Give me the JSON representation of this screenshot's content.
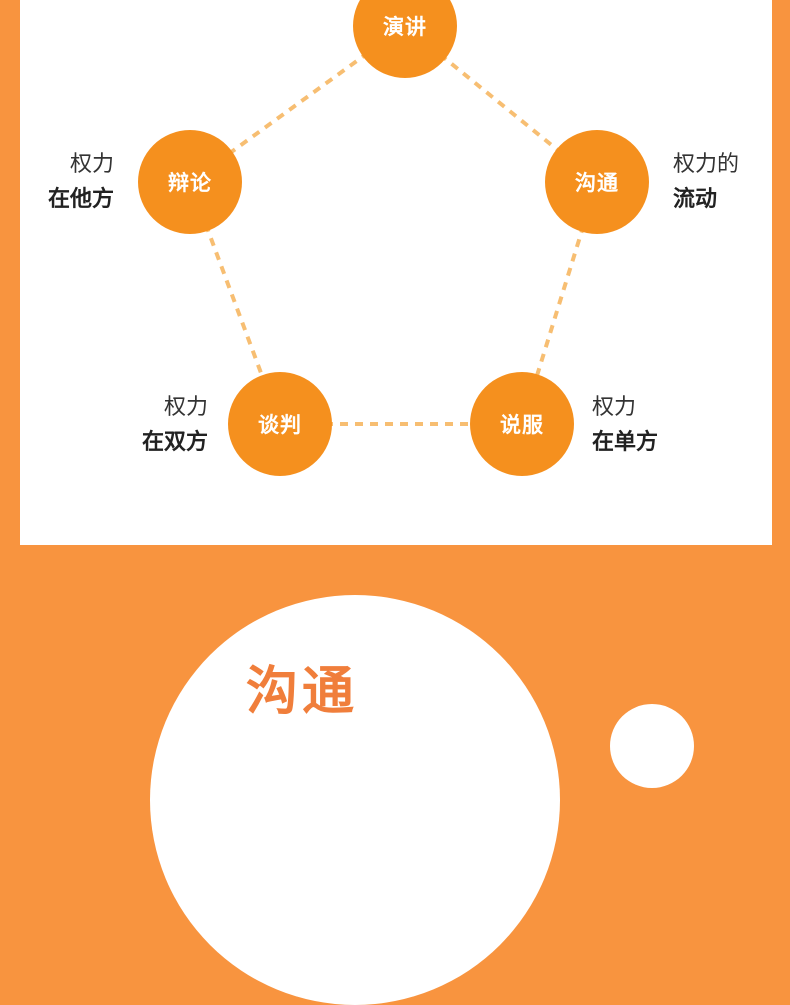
{
  "diagram": {
    "nodes": {
      "top": "演讲",
      "upper_left": "辩论",
      "upper_right": "沟通",
      "lower_left": "谈判",
      "lower_right": "说服"
    },
    "labels": {
      "upper_left": {
        "line1": "权力",
        "line2": "在他方"
      },
      "upper_right": {
        "line1": "权力的",
        "line2": "流动"
      },
      "lower_left": {
        "line1": "权力",
        "line2": "在双方"
      },
      "lower_right": {
        "line1": "权力",
        "line2": "在单方"
      }
    },
    "colors": {
      "node": "#F5901E",
      "edge": "#F7BE72",
      "background": "#F8943F"
    }
  },
  "section": {
    "title": "沟通"
  }
}
